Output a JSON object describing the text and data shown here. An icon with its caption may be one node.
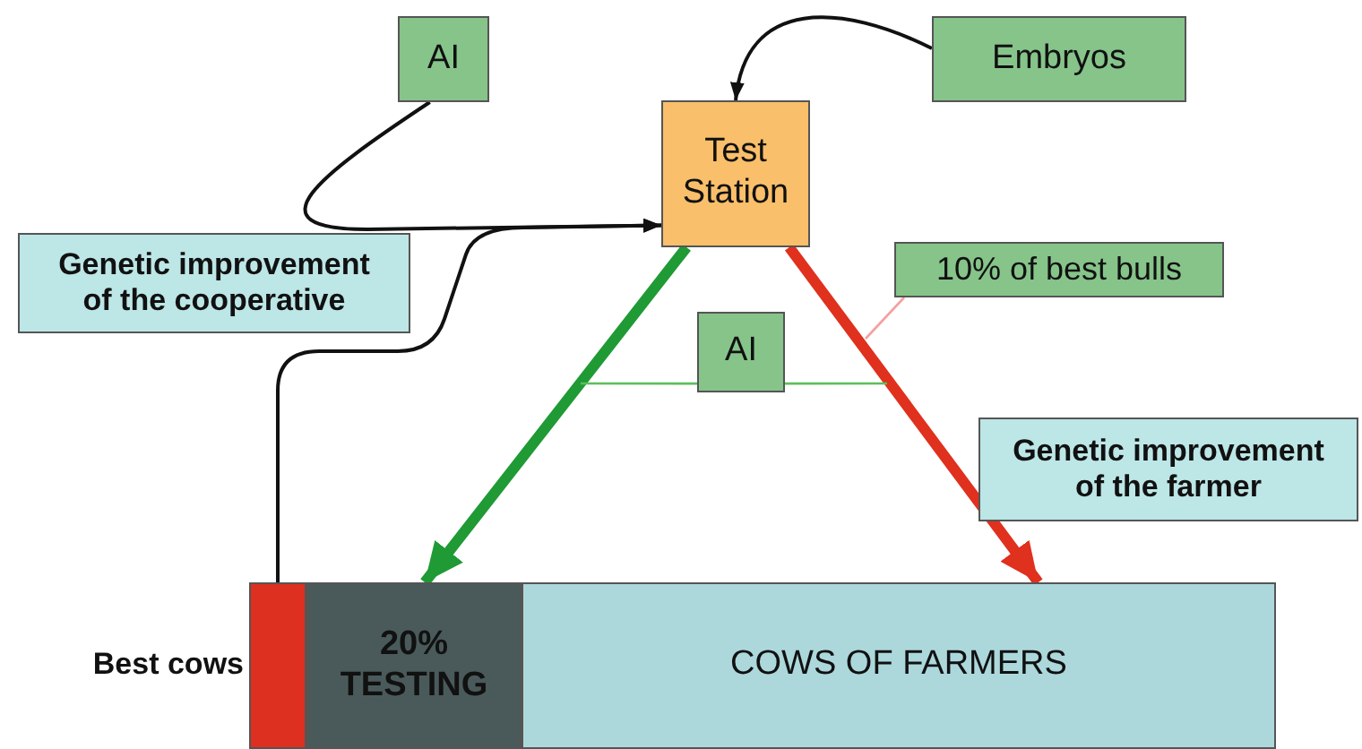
{
  "diagram": {
    "nodes": [
      {
        "text": [
          "AI"
        ]
      },
      {
        "text": [
          "Test Station"
        ]
      },
      {
        "text": [
          "Embryos"
        ]
      },
      {
        "text": [
          "Genetic improvement of the cooperative"
        ]
      },
      {
        "text": [
          "10% of best bulls"
        ]
      },
      {
        "text": [
          "AI"
        ]
      },
      {
        "text": [
          "Genetic improvement of the farmer"
        ]
      },
      {
        "text": [],
        "shape": "bar",
        "beside": [
          "Best cows"
        ]
      },
      {
        "text": [
          "20% TESTING"
        ]
      },
      {
        "text": [
          "COWS OF FARMERS"
        ]
      }
    ],
    "edges": [
      {
        "from": 0,
        "to": 1,
        "arrow": "to"
      },
      {
        "from": 2,
        "to": 1,
        "arrow": "to"
      },
      {
        "from": 7,
        "to": 1,
        "arrow": "to"
      },
      {
        "from": 1,
        "to": 8,
        "arrow": "to",
        "style": "thick",
        "color": "#1f9a35"
      },
      {
        "from": 1,
        "to": 9,
        "arrow": "to",
        "style": "thick",
        "color": "#e0301e"
      },
      {
        "from": 4,
        "to": null,
        "arrow": "none",
        "color": "#f4a0a0"
      },
      {
        "from": 5,
        "to": null,
        "arrow": "none",
        "color": "#5cbf5c"
      },
      {
        "from": 5,
        "to": null,
        "arrow": "none",
        "color": "#5cbf5c"
      }
    ]
  }
}
